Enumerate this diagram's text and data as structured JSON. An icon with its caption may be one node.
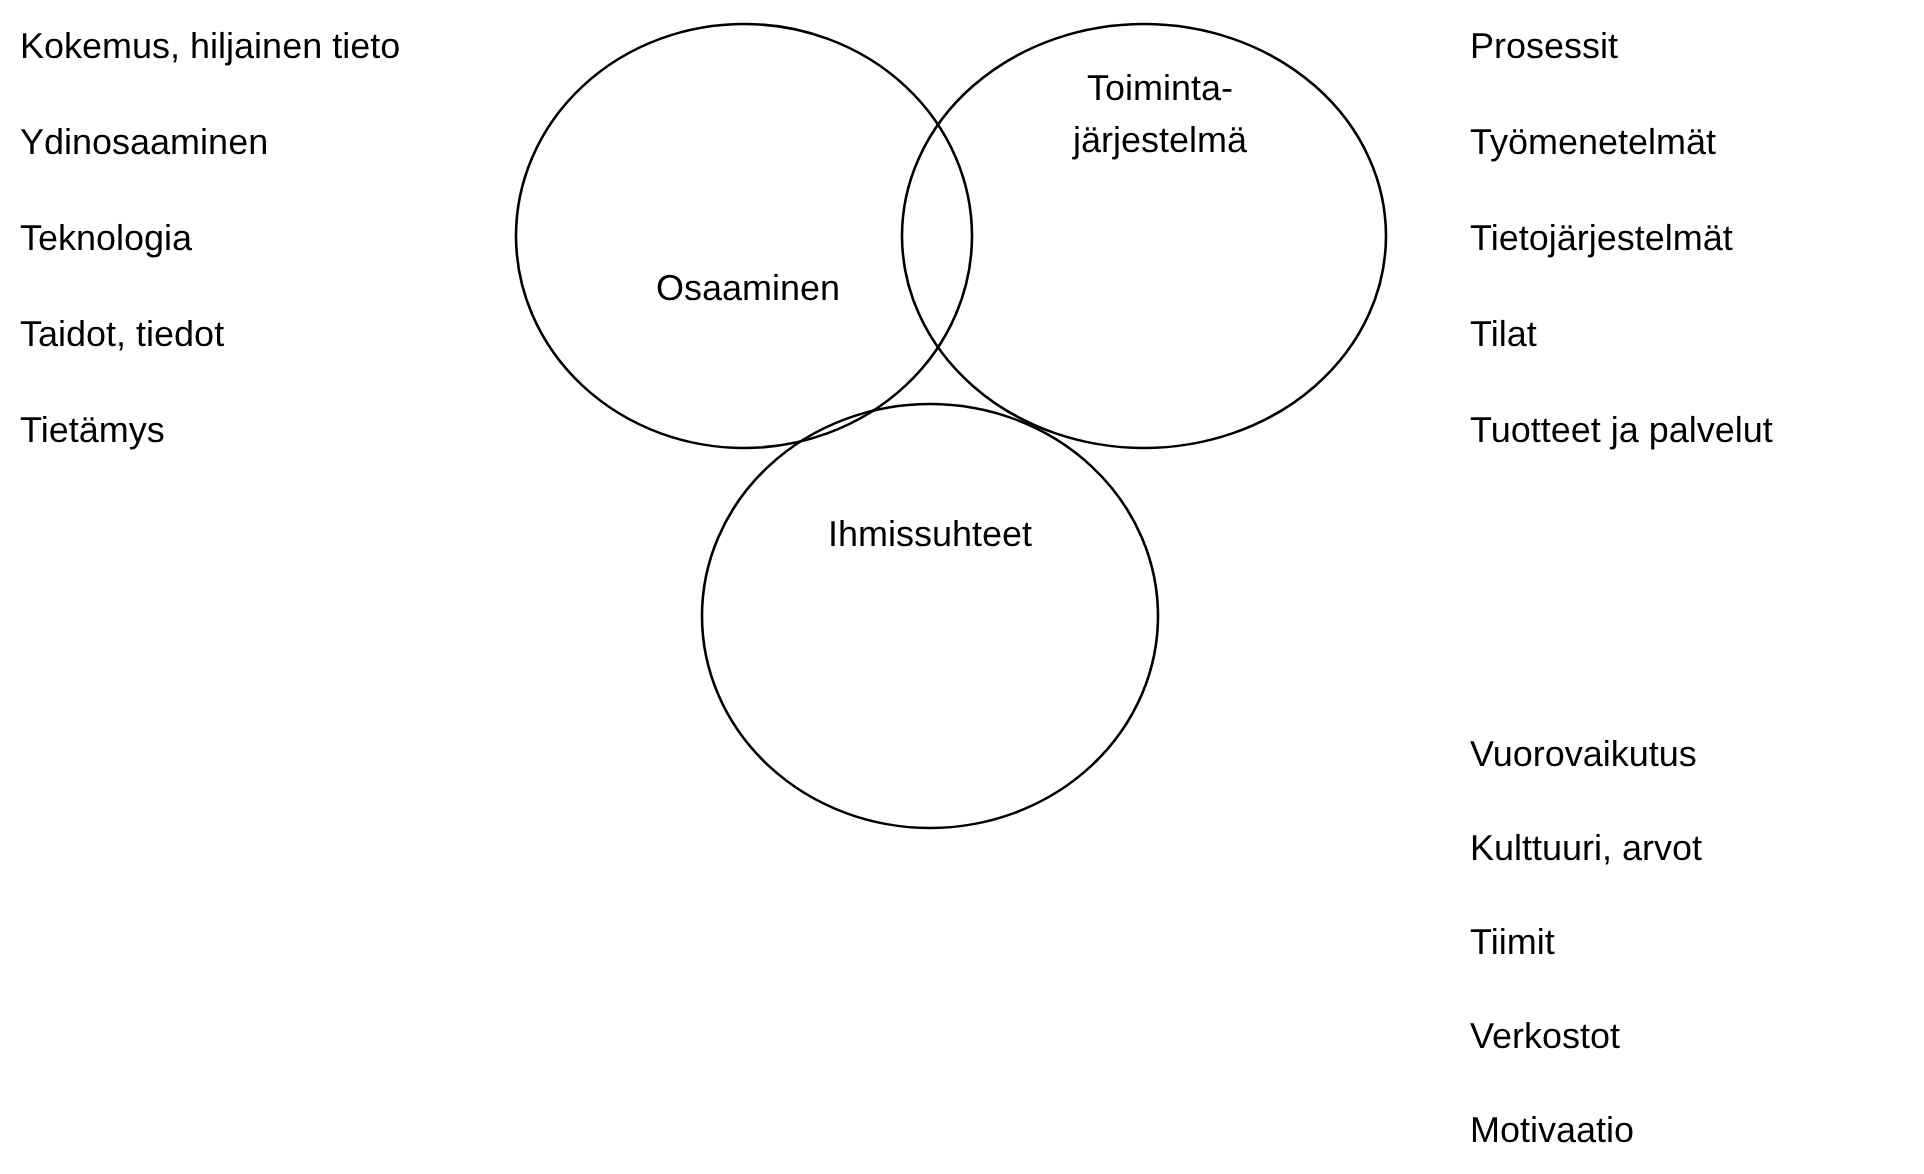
{
  "diagram": {
    "nodes": [
      {
        "text": [
          "Osaaminen"
        ]
      },
      {
        "text": [
          "Toiminta- järjestelmä"
        ]
      },
      {
        "text": [
          "Ihmissuhteet"
        ]
      }
    ],
    "labels": [
      "Kokemus, hiljainen tieto",
      "Ydinosaaminen",
      "Teknologia",
      "Taidot, tiedot",
      "Tietämys",
      "Prosessit",
      "Työmenetelmät",
      "Tietojärjestelmät",
      "Tilat",
      "Tuotteet ja palvelut",
      "Vuorovaikutus",
      "Kulttuuri, arvot",
      "Tiimit",
      "Verkostot",
      "Motivaatio"
    ]
  }
}
